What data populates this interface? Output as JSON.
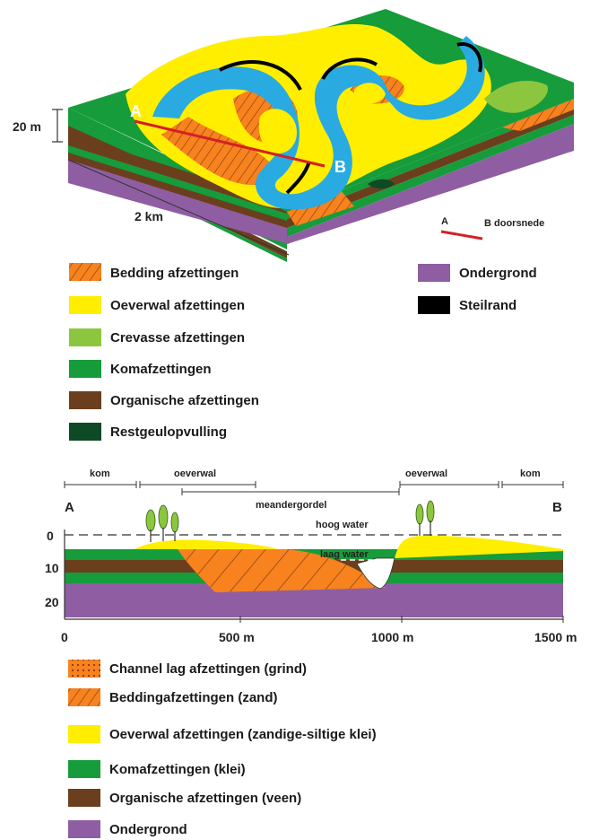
{
  "block": {
    "height_label": "20 m",
    "width_label": "2 km",
    "point_a": "A",
    "point_b": "B",
    "section_legend_a": "A",
    "section_legend_b": "B doorsnede"
  },
  "legend_top": {
    "left": [
      {
        "label": "Bedding afzettingen",
        "color": "#f7821e",
        "hatch": true
      },
      {
        "label": "Oeverwal afzettingen",
        "color": "#ffee00",
        "hatch": false
      },
      {
        "label": "Crevasse afzettingen",
        "color": "#8cc63f",
        "hatch": false
      },
      {
        "label": "Komafzettingen",
        "color": "#169c3a",
        "hatch": false
      },
      {
        "label": "Organische afzettingen",
        "color": "#6b3f1d",
        "hatch": false
      },
      {
        "label": "Restgeulopvulling",
        "color": "#0d4a25",
        "hatch": false
      }
    ],
    "right": [
      {
        "label": "Ondergrond",
        "color": "#8f5ea2",
        "hatch": false
      },
      {
        "label": "Steilrand",
        "color": "#000000",
        "hatch": false
      }
    ]
  },
  "cross_section": {
    "label_a": "A",
    "label_b": "B",
    "zones": {
      "kom_left": "kom",
      "oeverwal_left": "oeverwal",
      "meandergordel": "meandergordel",
      "oeverwal_right": "oeverwal",
      "kom_right": "kom"
    },
    "water": {
      "high": "hoog water",
      "low": "laag water"
    },
    "depth_ticks": [
      "0",
      "10",
      "20"
    ],
    "distance_ticks": [
      "0",
      "500 m",
      "1000 m",
      "1500 m"
    ]
  },
  "legend_bottom": [
    {
      "label": "Channel lag afzettingen (grind)",
      "color": "#f7821e",
      "pattern": "dots"
    },
    {
      "label": "Beddingafzettingen (zand)",
      "color": "#f7821e",
      "pattern": "hatch"
    },
    {
      "label": "Oeverwal afzettingen (zandige-siltige klei)",
      "color": "#ffee00",
      "pattern": "none"
    },
    {
      "label": "Komafzettingen (klei)",
      "color": "#169c3a",
      "pattern": "none"
    },
    {
      "label": "Organische afzettingen (veen)",
      "color": "#6b3f1d",
      "pattern": "none"
    },
    {
      "label": "Ondergrond",
      "color": "#8f5ea2",
      "pattern": "none"
    }
  ],
  "colors": {
    "water": "#29aae1",
    "section_line": "#d42027"
  }
}
